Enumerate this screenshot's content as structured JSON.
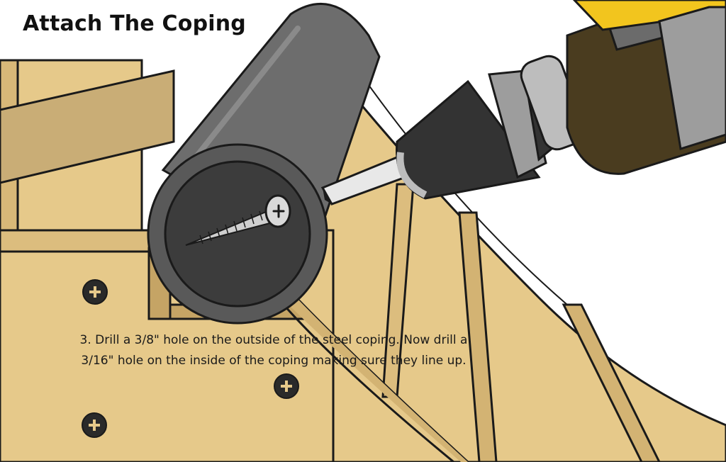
{
  "title": "Attach The Coping",
  "caption": {
    "line1": "3. Drill a 3/8\" hole on the outside of the steel coping. Now drill a",
    "line2": "3/16\" hole on the inside of the coping making sure they line up."
  },
  "colors": {
    "wood": "#e6c98a",
    "wood_dark": "#d8b878",
    "wood_edge": "#c5a465",
    "steel": "#6d6d6d",
    "steel_dark": "#3c3c3c",
    "drill_yellow": "#f2c51e",
    "drill_brown": "#4a3c1f",
    "outline": "#1a1a1a"
  },
  "icons": [
    "screw-icon",
    "screw-head-icon",
    "drill-icon",
    "drill-bit-icon"
  ]
}
